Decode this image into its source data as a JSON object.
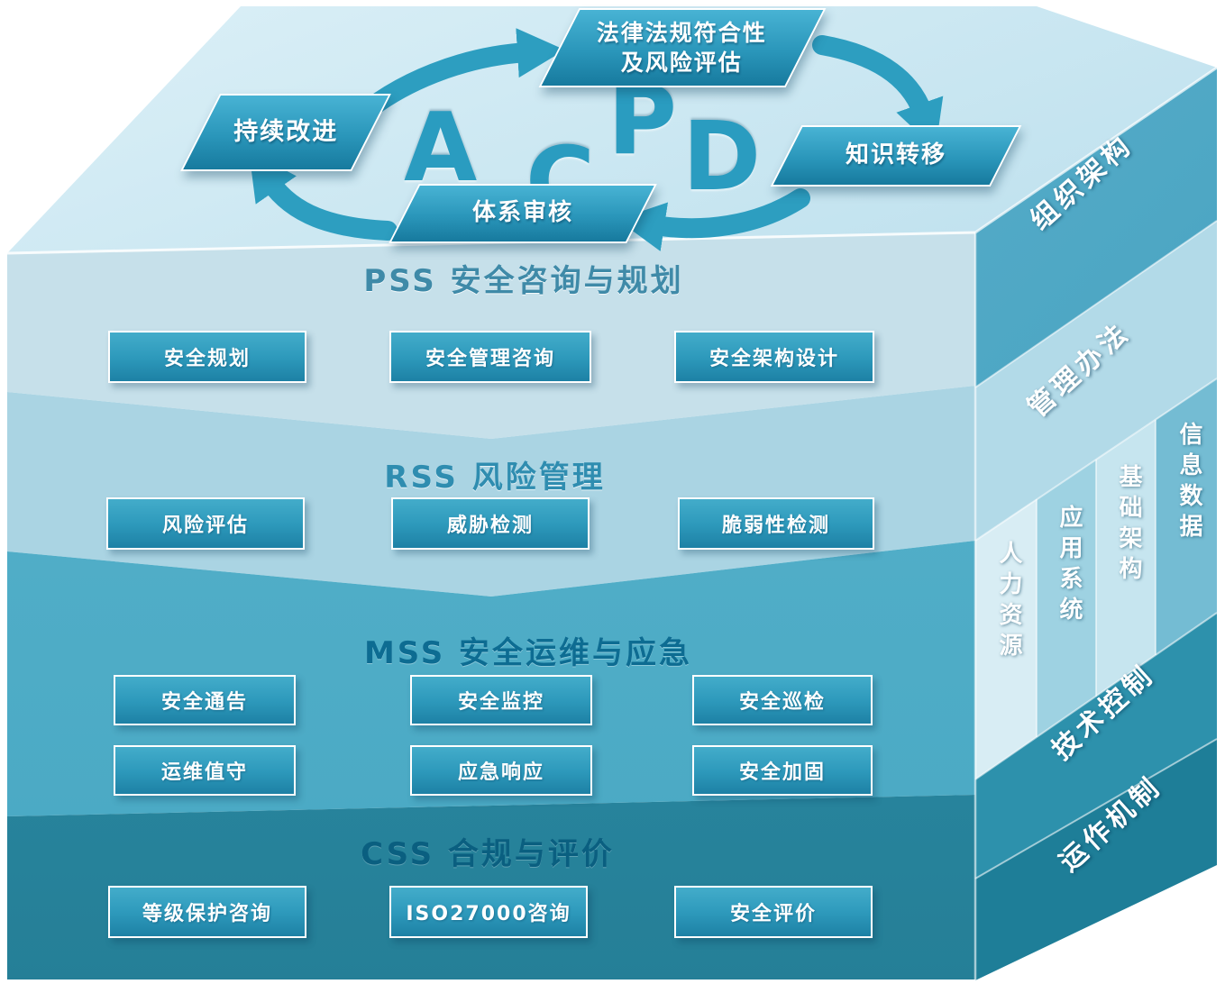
{
  "top": {
    "letters": {
      "a": "A",
      "c": "C",
      "p": "P",
      "d": "D"
    },
    "nodes": {
      "continuous_improvement": "持续改进",
      "legal_line1": "法律法规符合性",
      "legal_line2": "及风险评估",
      "knowledge_transfer": "知识转移",
      "system_audit": "体系审核"
    }
  },
  "layers": [
    {
      "title": "PSS 安全咨询与规划",
      "boxes": [
        "安全规划",
        "安全管理咨询",
        "安全架构设计"
      ]
    },
    {
      "title": "RSS 风险管理",
      "boxes": [
        "风险评估",
        "威胁检测",
        "脆弱性检测"
      ]
    },
    {
      "title": "MSS 安全运维与应急",
      "boxes": [
        "安全通告",
        "安全监控",
        "安全巡检",
        "运维值守",
        "应急响应",
        "安全加固"
      ]
    },
    {
      "title": "CSS 合规与评价",
      "boxes": [
        "等级保护咨询",
        "ISO27000咨询",
        "安全评价"
      ]
    }
  ],
  "side": {
    "strips": [
      "组织架构",
      "管理办法",
      "技术控制",
      "运作机制"
    ],
    "columns": [
      "人力资源",
      "应用系统",
      "基础架构",
      "信息数据"
    ]
  },
  "colors": {
    "pss_band": "#c6e0ea",
    "rss_band": "#aad4e3",
    "mss_band": "#54b0ca",
    "css_band": "#2e93ae",
    "box_gradient_top": "#43acca",
    "box_gradient_bottom": "#1d81a5",
    "arrow": "#2d9ec0",
    "side_dark_strip": "#1e7e98"
  }
}
